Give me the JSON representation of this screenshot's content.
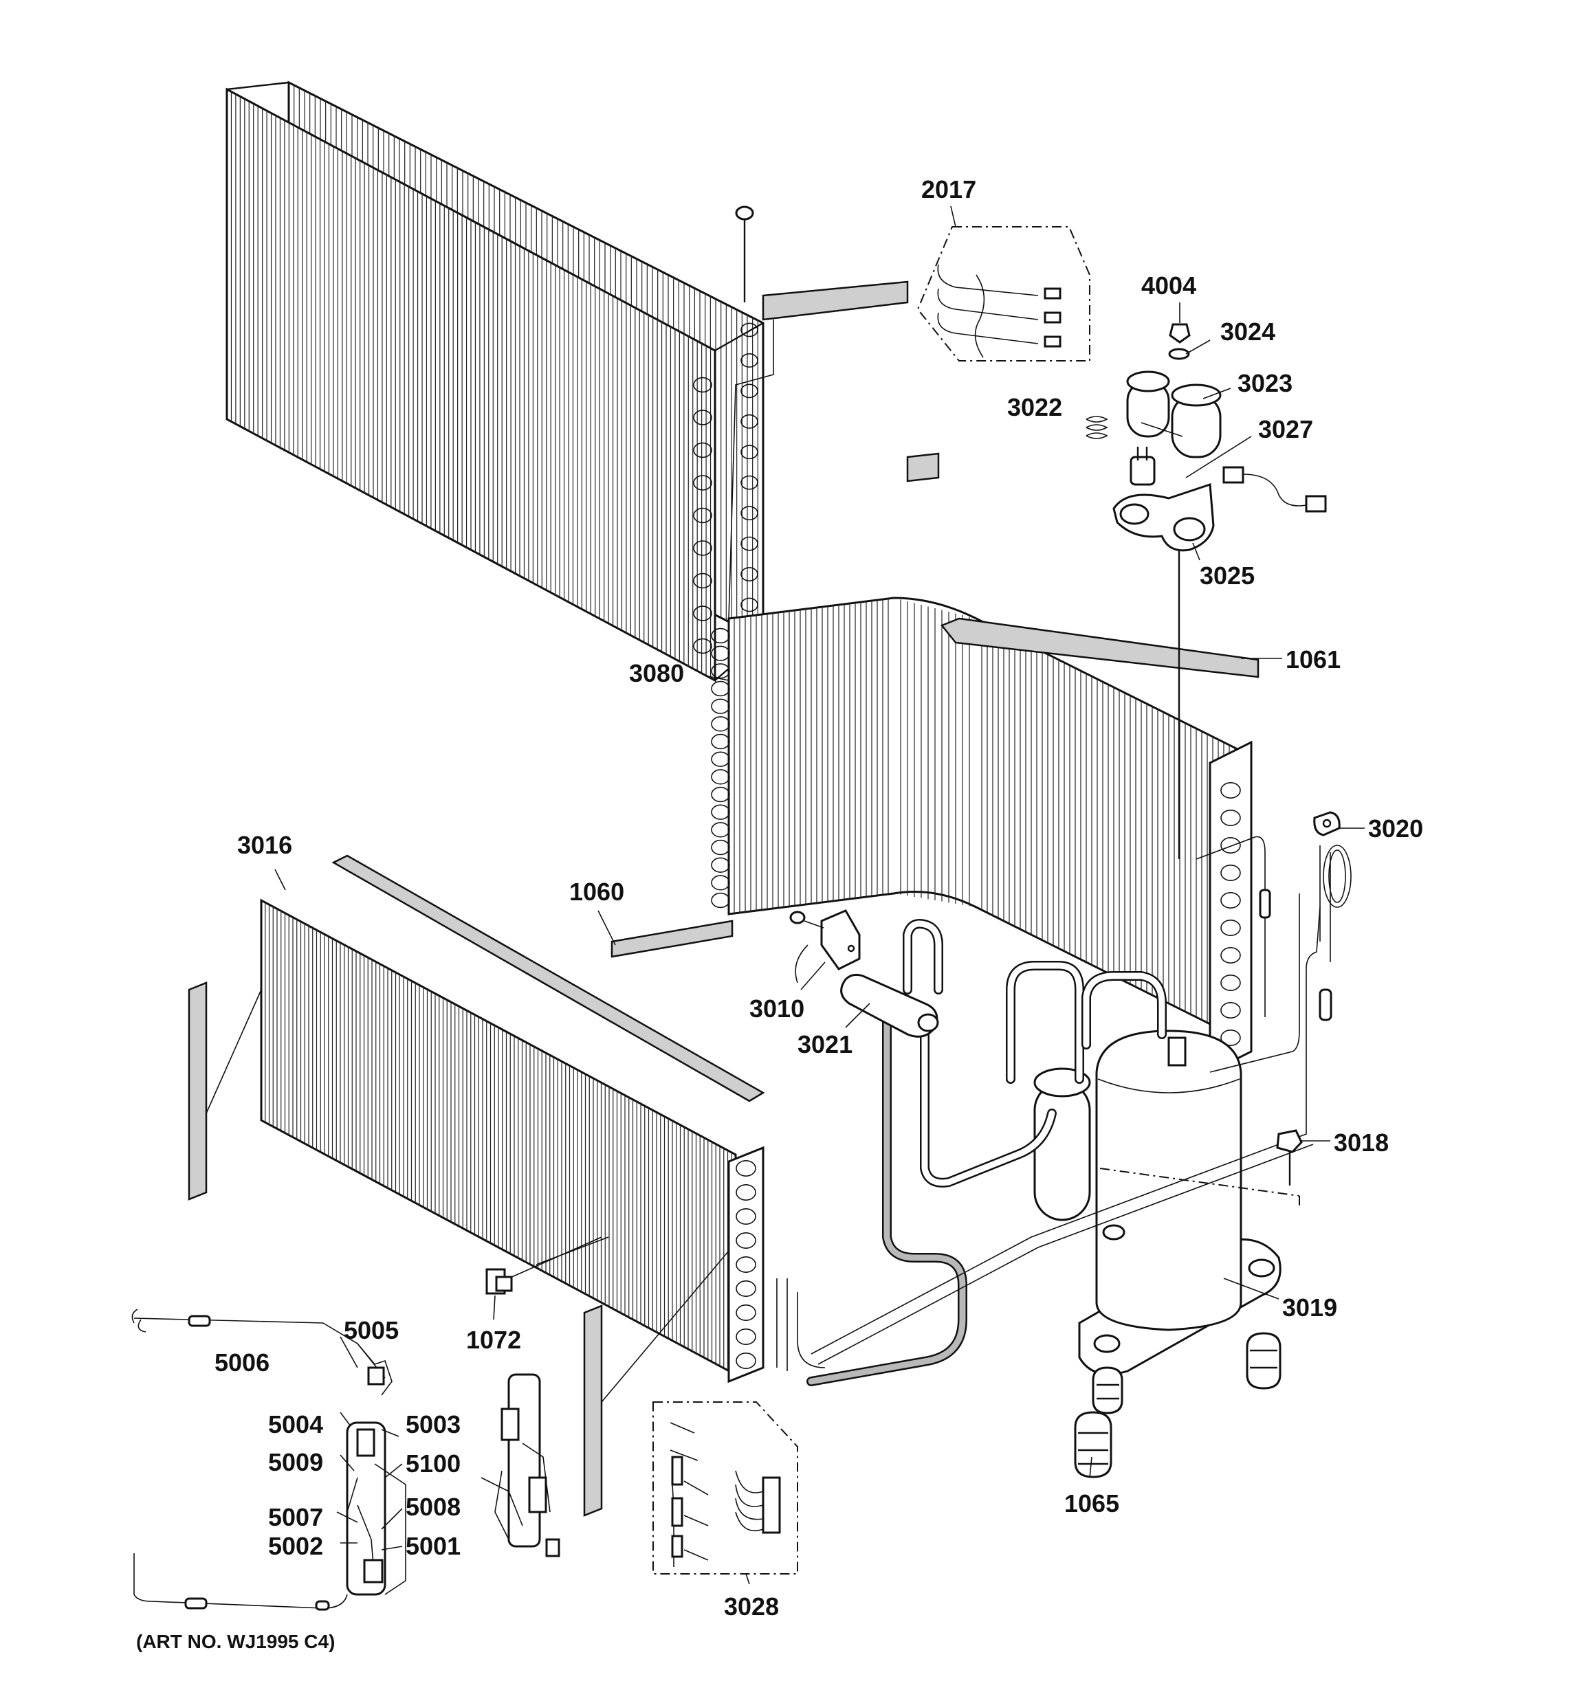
{
  "labels": {
    "p2017": "2017",
    "p4004": "4004",
    "p3024": "3024",
    "p3023": "3023",
    "p3022": "3022",
    "p3027": "3027",
    "p3025": "3025",
    "p1061": "1061",
    "p3080": "3080",
    "p3020": "3020",
    "p3016": "3016",
    "p1060": "1060",
    "p3010": "3010",
    "p3021": "3021",
    "p3018": "3018",
    "p3019": "3019",
    "p1072": "1072",
    "p5005": "5005",
    "p5006": "5006",
    "p5004": "5004",
    "p5003": "5003",
    "p5009": "5009",
    "p5100": "5100",
    "p5007": "5007",
    "p5008": "5008",
    "p5002": "5002",
    "p5001": "5001",
    "p1065": "1065",
    "p3028": "3028"
  },
  "art_number": "(ART NO. WJ1995 C4)"
}
